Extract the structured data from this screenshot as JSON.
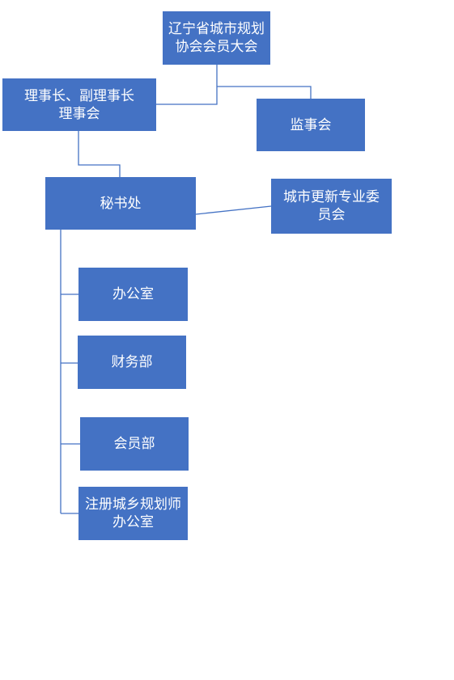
{
  "colors": {
    "box_fill": "#4472c4",
    "box_text": "#ffffff",
    "connector": "#4472c4"
  },
  "nodes": {
    "assembly": "辽宁省城市规划\n协会会员大会",
    "council": "理事长、副理事长\n理事会",
    "supervisory": "监事会",
    "secretariat": "秘书处",
    "urban_renewal": "城市更新专业委\n员会",
    "office": "办公室",
    "finance": "财务部",
    "membership": "会员部",
    "registered_planner_office": "注册城乡规划师\n办公室"
  }
}
